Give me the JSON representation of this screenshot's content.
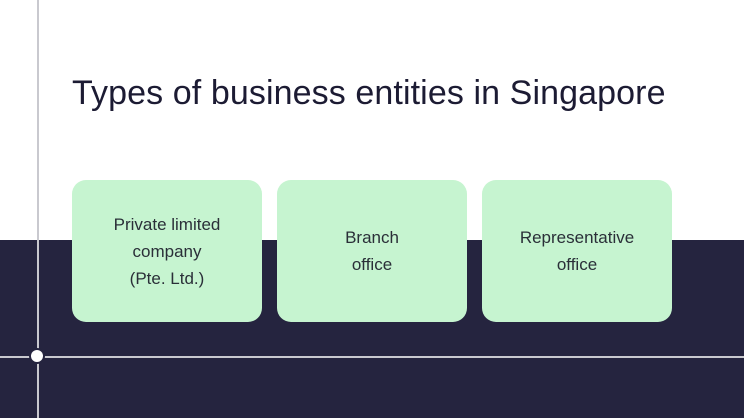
{
  "slide": {
    "title": "Types of business entities in Singapore",
    "cards": [
      {
        "label": "Private limited\ncompany\n(Pte. Ltd.)"
      },
      {
        "label": "Branch\noffice"
      },
      {
        "label": "Representative\noffice"
      }
    ]
  },
  "colors": {
    "background": "#ffffff",
    "band": "#25243f",
    "card": "#c6f4d0",
    "title": "#1c1b33",
    "card_text": "#2a2f38",
    "guide_lines": "#c9c9cf"
  }
}
